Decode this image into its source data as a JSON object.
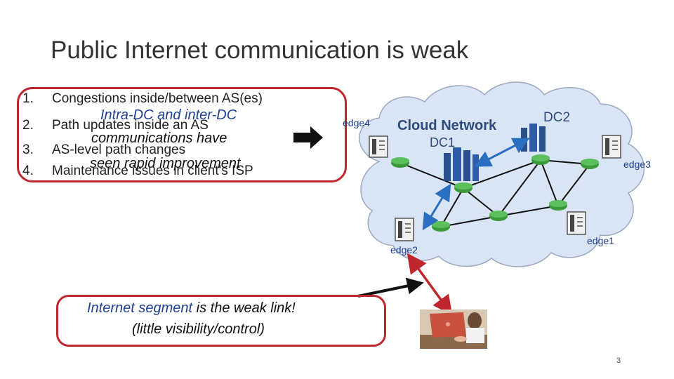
{
  "title": "Public Internet communication is weak",
  "list": {
    "numbers": [
      "1.",
      "2.",
      "3.",
      "4."
    ],
    "items": [
      "Congestions inside/between AS(es)",
      "Path updates inside an AS",
      "AS-level path changes",
      "Maintenance issues in client's ISP"
    ]
  },
  "overlay": {
    "line1": "Intra-DC and inter-DC",
    "line2": "communications have",
    "line3": "seen rapid improvement"
  },
  "diagram": {
    "cloud_title": "Cloud Network",
    "dc1": "DC1",
    "dc2": "DC2",
    "edge1": "edge1",
    "edge2": "edge2",
    "edge3": "edge3",
    "edge4": "edge4"
  },
  "callout": {
    "part_blue": "Internet segment",
    "part_rest": " is the weak link!",
    "line2": "(little visibility/control)"
  },
  "page_number": "3",
  "colors": {
    "box_border": "#c0262e",
    "cloud_fill": "#d9e4f4",
    "router_green": "#3a9a3a",
    "arrow_blue": "#2a6fc0",
    "arrow_red": "#c0262e",
    "overlay_text": "#1f3f8f"
  }
}
